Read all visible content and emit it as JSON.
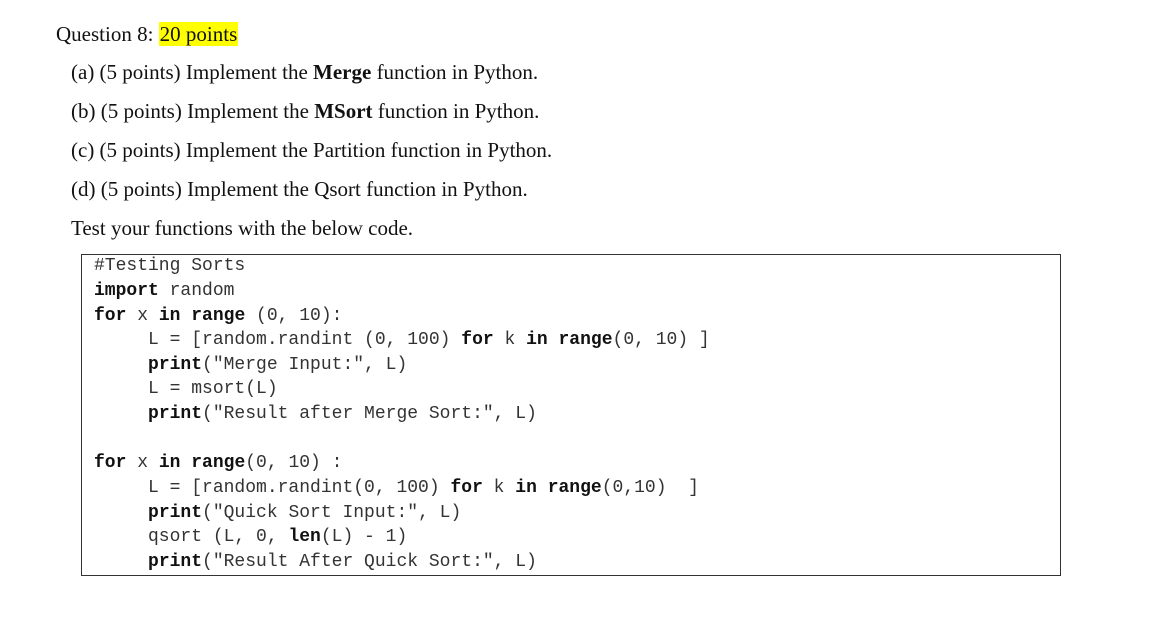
{
  "question": {
    "label": "Question 8: ",
    "points": "20 points"
  },
  "parts": [
    {
      "prefix": "(a) (5 points) Implement the ",
      "bold": "Merge",
      "suffix": " function in Python."
    },
    {
      "prefix": "(b) (5 points) Implement the ",
      "bold": "MSort",
      "suffix": " function in Python."
    },
    {
      "prefix": "(c) (5 points) Implement the Partition function in Python.",
      "bold": "",
      "suffix": ""
    },
    {
      "prefix": "(d) (5 points) Implement the Qsort function in Python.",
      "bold": "",
      "suffix": ""
    }
  ],
  "instruction": "Test your functions with the below code.",
  "code": {
    "lines": [
      [
        {
          "t": "#Testing Sorts",
          "k": false
        }
      ],
      [
        {
          "t": "import",
          "k": true
        },
        {
          "t": " random",
          "k": false
        }
      ],
      [
        {
          "t": "for",
          "k": true
        },
        {
          "t": " x ",
          "k": false
        },
        {
          "t": "in",
          "k": true
        },
        {
          "t": " ",
          "k": false
        },
        {
          "t": "range",
          "k": true
        },
        {
          "t": " (0, 10):",
          "k": false
        }
      ],
      [
        {
          "t": "     L = [random.randint (0, 100) ",
          "k": false
        },
        {
          "t": "for",
          "k": true
        },
        {
          "t": " k ",
          "k": false
        },
        {
          "t": "in",
          "k": true
        },
        {
          "t": " ",
          "k": false
        },
        {
          "t": "range",
          "k": true
        },
        {
          "t": "(0, 10) ]",
          "k": false
        }
      ],
      [
        {
          "t": "     ",
          "k": false
        },
        {
          "t": "print",
          "k": true
        },
        {
          "t": "(\"Merge Input:\", L)",
          "k": false
        }
      ],
      [
        {
          "t": "     L = msort(L)",
          "k": false
        }
      ],
      [
        {
          "t": "     ",
          "k": false
        },
        {
          "t": "print",
          "k": true
        },
        {
          "t": "(\"Result after Merge Sort:\", L)",
          "k": false
        }
      ],
      [],
      [
        {
          "t": "for",
          "k": true
        },
        {
          "t": " x ",
          "k": false
        },
        {
          "t": "in",
          "k": true
        },
        {
          "t": " ",
          "k": false
        },
        {
          "t": "range",
          "k": true
        },
        {
          "t": "(0, 10) :",
          "k": false
        }
      ],
      [
        {
          "t": "     L = [random.randint(0, 100) ",
          "k": false
        },
        {
          "t": "for",
          "k": true
        },
        {
          "t": " k ",
          "k": false
        },
        {
          "t": "in",
          "k": true
        },
        {
          "t": " ",
          "k": false
        },
        {
          "t": "range",
          "k": true
        },
        {
          "t": "(0,10)  ]",
          "k": false
        }
      ],
      [
        {
          "t": "     ",
          "k": false
        },
        {
          "t": "print",
          "k": true
        },
        {
          "t": "(\"Quick Sort Input:\", L)",
          "k": false
        }
      ],
      [
        {
          "t": "     qsort (L, 0, ",
          "k": false
        },
        {
          "t": "len",
          "k": true
        },
        {
          "t": "(L) - 1)",
          "k": false
        }
      ],
      [
        {
          "t": "     ",
          "k": false
        },
        {
          "t": "print",
          "k": true
        },
        {
          "t": "(\"Result After Quick Sort:\", L)",
          "k": false
        }
      ]
    ]
  }
}
